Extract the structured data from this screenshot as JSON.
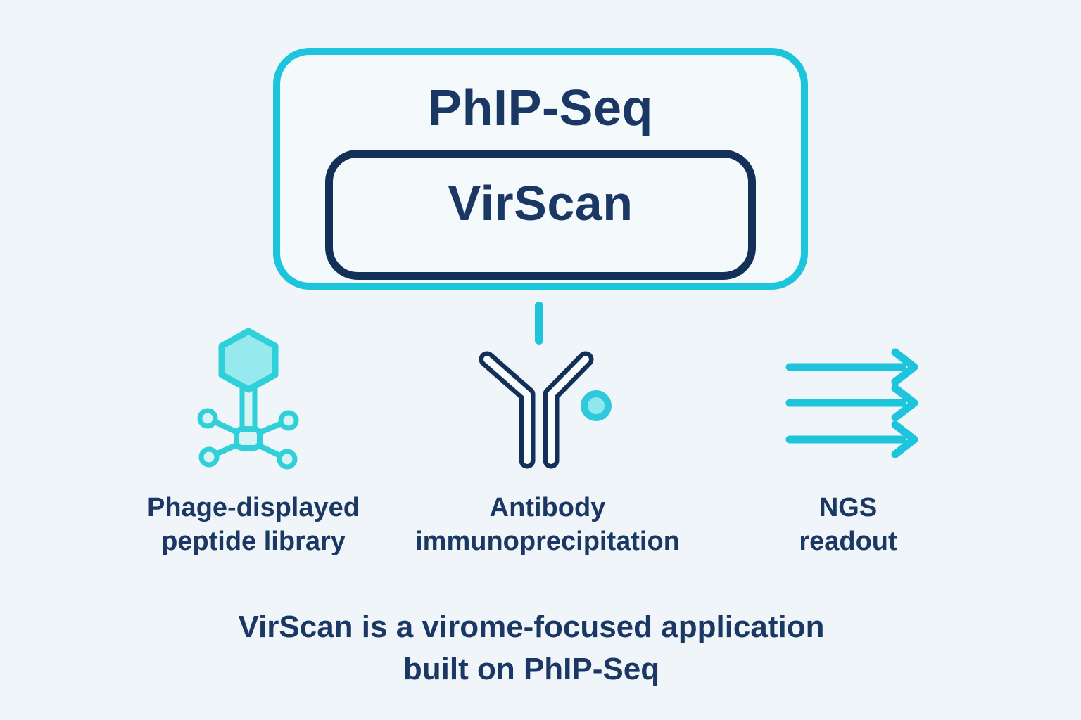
{
  "theme": {
    "bg": "#eff5f8",
    "box-bg": "#f4f9fb",
    "cyan": "#1cc4dc",
    "navy-text": "#1b3763",
    "navy-stroke": "#133158",
    "phage-stroke": "#2fd0da",
    "phage-fill": "#96e9ec",
    "phage-light": "#d8f3f3",
    "antigen-ring": "#2fc9dc",
    "antigen-fill": "#90e8ed",
    "tube-inner": "#fafdfe"
  },
  "diagram": {
    "outer_box_label": "PhIP-Seq",
    "inner_box_label": "VirScan",
    "items": [
      {
        "icon": "phage-icon",
        "label_line1": "Phage-displayed",
        "label_line2": "peptide library"
      },
      {
        "icon": "antibody-icon",
        "label_line1": "Antibody",
        "label_line2": "immunoprecipitation"
      },
      {
        "icon": "ngs-arrows-icon",
        "label_line1": "NGS",
        "label_line2": "readout"
      }
    ],
    "caption_line1": "VirScan is a virome-focused application",
    "caption_line2": "built on PhIP-Seq"
  }
}
